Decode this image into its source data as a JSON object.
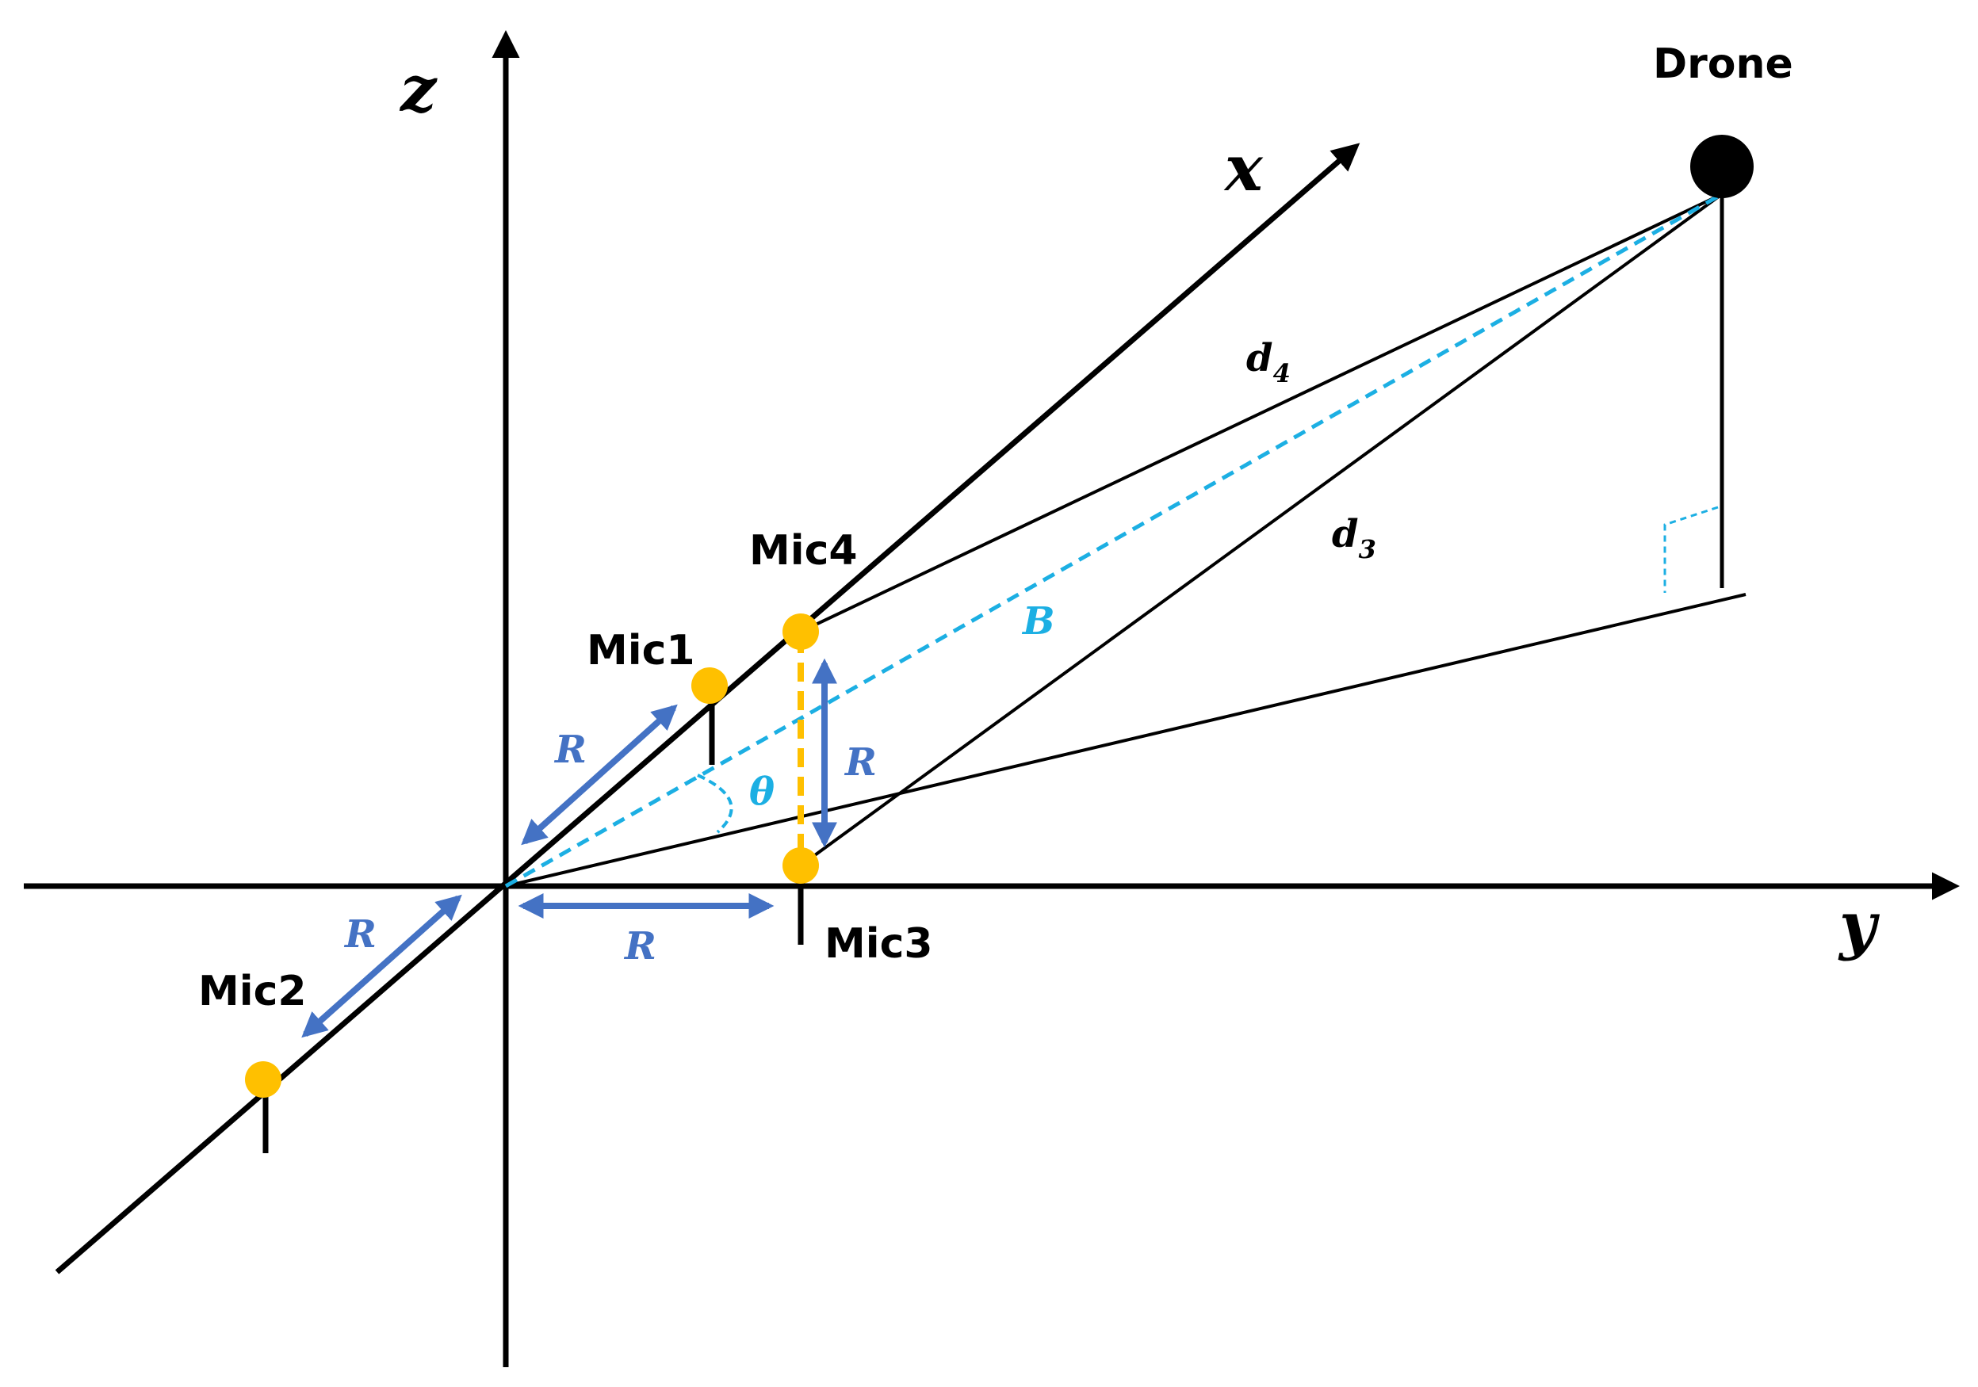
{
  "axes": {
    "x": "x",
    "y": "y",
    "z": "z"
  },
  "target": {
    "label": "Drone"
  },
  "microphones": [
    {
      "label": "Mic1"
    },
    {
      "label": "Mic2"
    },
    {
      "label": "Mic3"
    },
    {
      "label": "Mic4"
    }
  ],
  "distances": {
    "d4": {
      "base": "d",
      "sub": "4"
    },
    "d3": {
      "base": "d",
      "sub": "3"
    },
    "baseline": "B",
    "angle": "θ",
    "spacing": "R"
  },
  "colors": {
    "axes": "#000000",
    "mic": "#FFC000",
    "mic_stem": "#000000",
    "arrow_r": "#4472C4",
    "baseline": "#1CAFE3",
    "vertical_dash": "#FFC000",
    "drone": "#000000"
  }
}
